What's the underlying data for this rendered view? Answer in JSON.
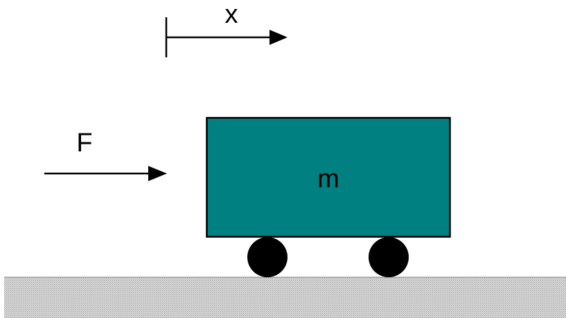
{
  "diagram": {
    "position_label": "x",
    "force_label": "F",
    "mass_label": "m"
  },
  "colors": {
    "cart_body": "#008080",
    "outline": "#000000",
    "wheel": "#000000",
    "ground_base": "#d9d9d9",
    "ground_dot": "#9a9a9a",
    "background": "#ffffff"
  }
}
